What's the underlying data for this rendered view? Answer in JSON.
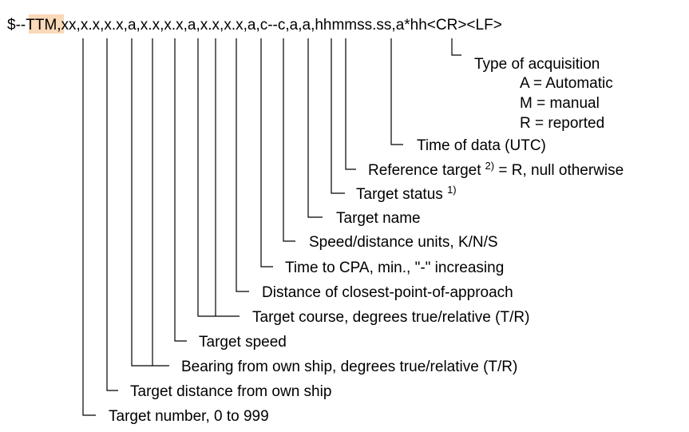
{
  "sentence": {
    "prefix": "$--",
    "talker": "TTM",
    "rest": ",xx,x.x,x.x,a,x.x,x.x,a,x.x,x.x,a,c--c,a,a,hhmmss.ss,a*hh<CR><LF>",
    "highlight_color": "#f9d9b7"
  },
  "fields": [
    {
      "id": "type-of-acquisition",
      "label": "Type of acquisition"
    },
    {
      "id": "time-of-data",
      "label": "Time of data (UTC)"
    },
    {
      "id": "reference-target",
      "label": "Reference target",
      "sup": "2)",
      "after": " = R, null otherwise"
    },
    {
      "id": "target-status",
      "label": "Target status ",
      "sup": "1)"
    },
    {
      "id": "target-name",
      "label": "Target name"
    },
    {
      "id": "speed-distance-units",
      "label": "Speed/distance units, K/N/S"
    },
    {
      "id": "time-to-cpa",
      "label": "Time to CPA, min., \"-\" increasing"
    },
    {
      "id": "distance-cpa",
      "label": "Distance of closest-point-of-approach"
    },
    {
      "id": "target-course",
      "label": "Target course, degrees true/relative (T/R)"
    },
    {
      "id": "target-speed",
      "label": "Target speed"
    },
    {
      "id": "bearing",
      "label": "Bearing from own ship, degrees true/relative (T/R)"
    },
    {
      "id": "target-distance",
      "label": "Target distance from own ship"
    },
    {
      "id": "target-number",
      "label": "Target number, 0 to 999"
    }
  ],
  "acquisition_options": [
    "A = Automatic",
    "M = manual",
    "R = reported"
  ]
}
